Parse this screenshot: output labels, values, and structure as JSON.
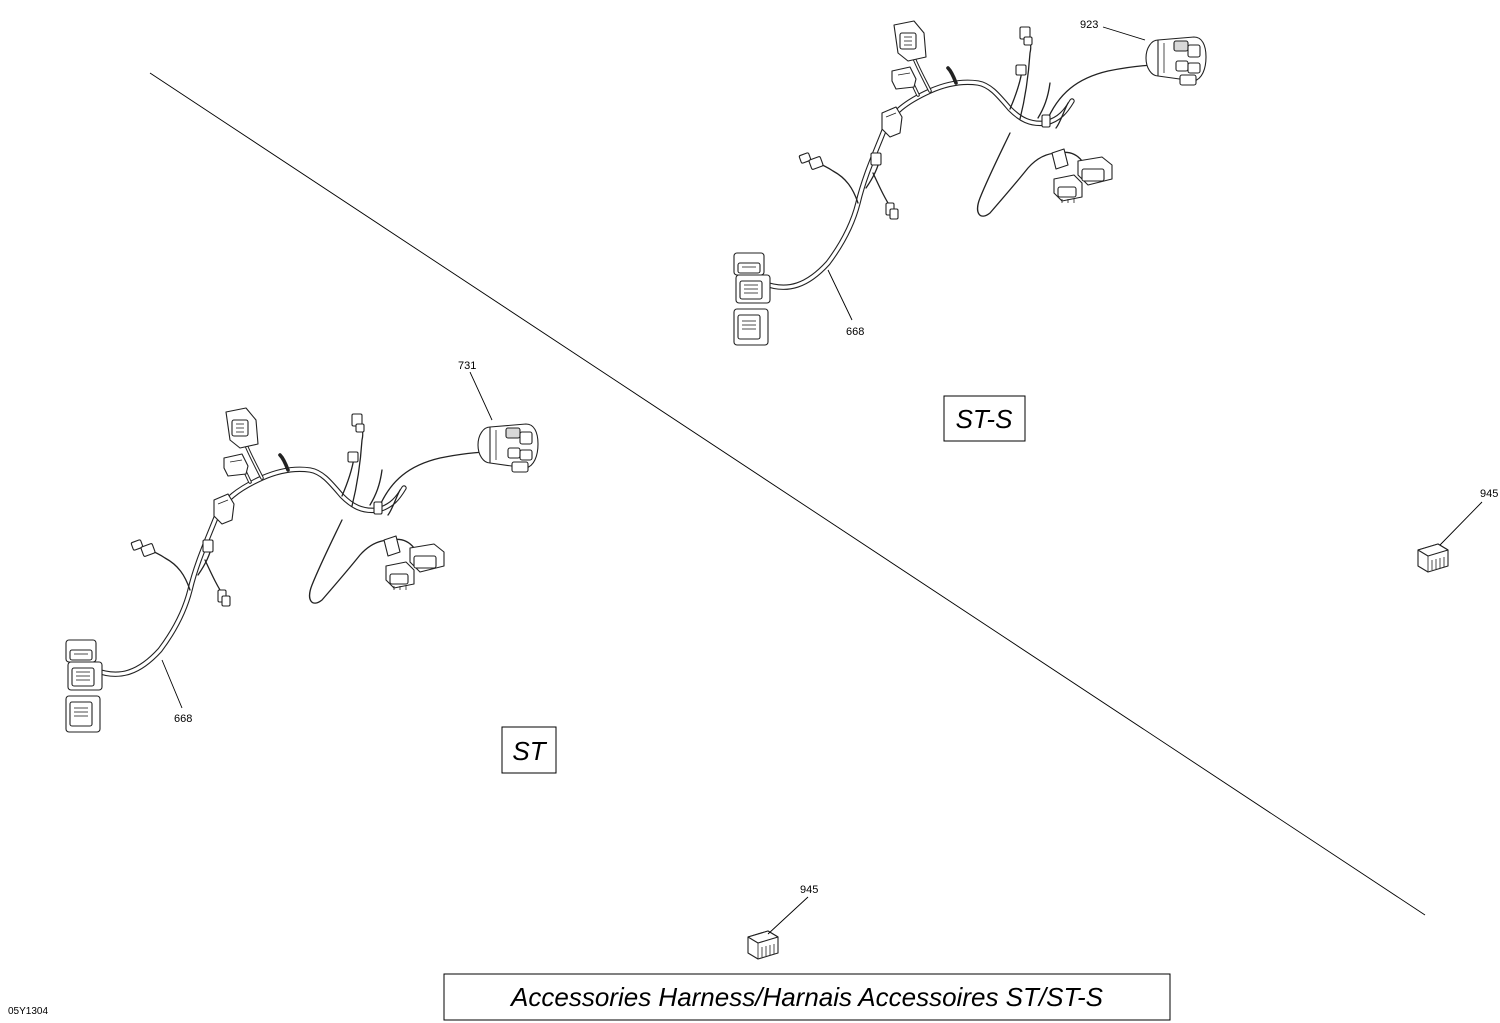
{
  "title": "Accessories Harness/Harnais Accessoires ST/ST-S",
  "reference_code": "05Y1304",
  "variants": {
    "st_s": "ST-S",
    "st": "ST"
  },
  "callouts": {
    "st_s_switch": "923",
    "st_s_harness": "668",
    "st_switch": "731",
    "st_harness": "668",
    "cap_right": "945",
    "cap_bottom": "945"
  }
}
